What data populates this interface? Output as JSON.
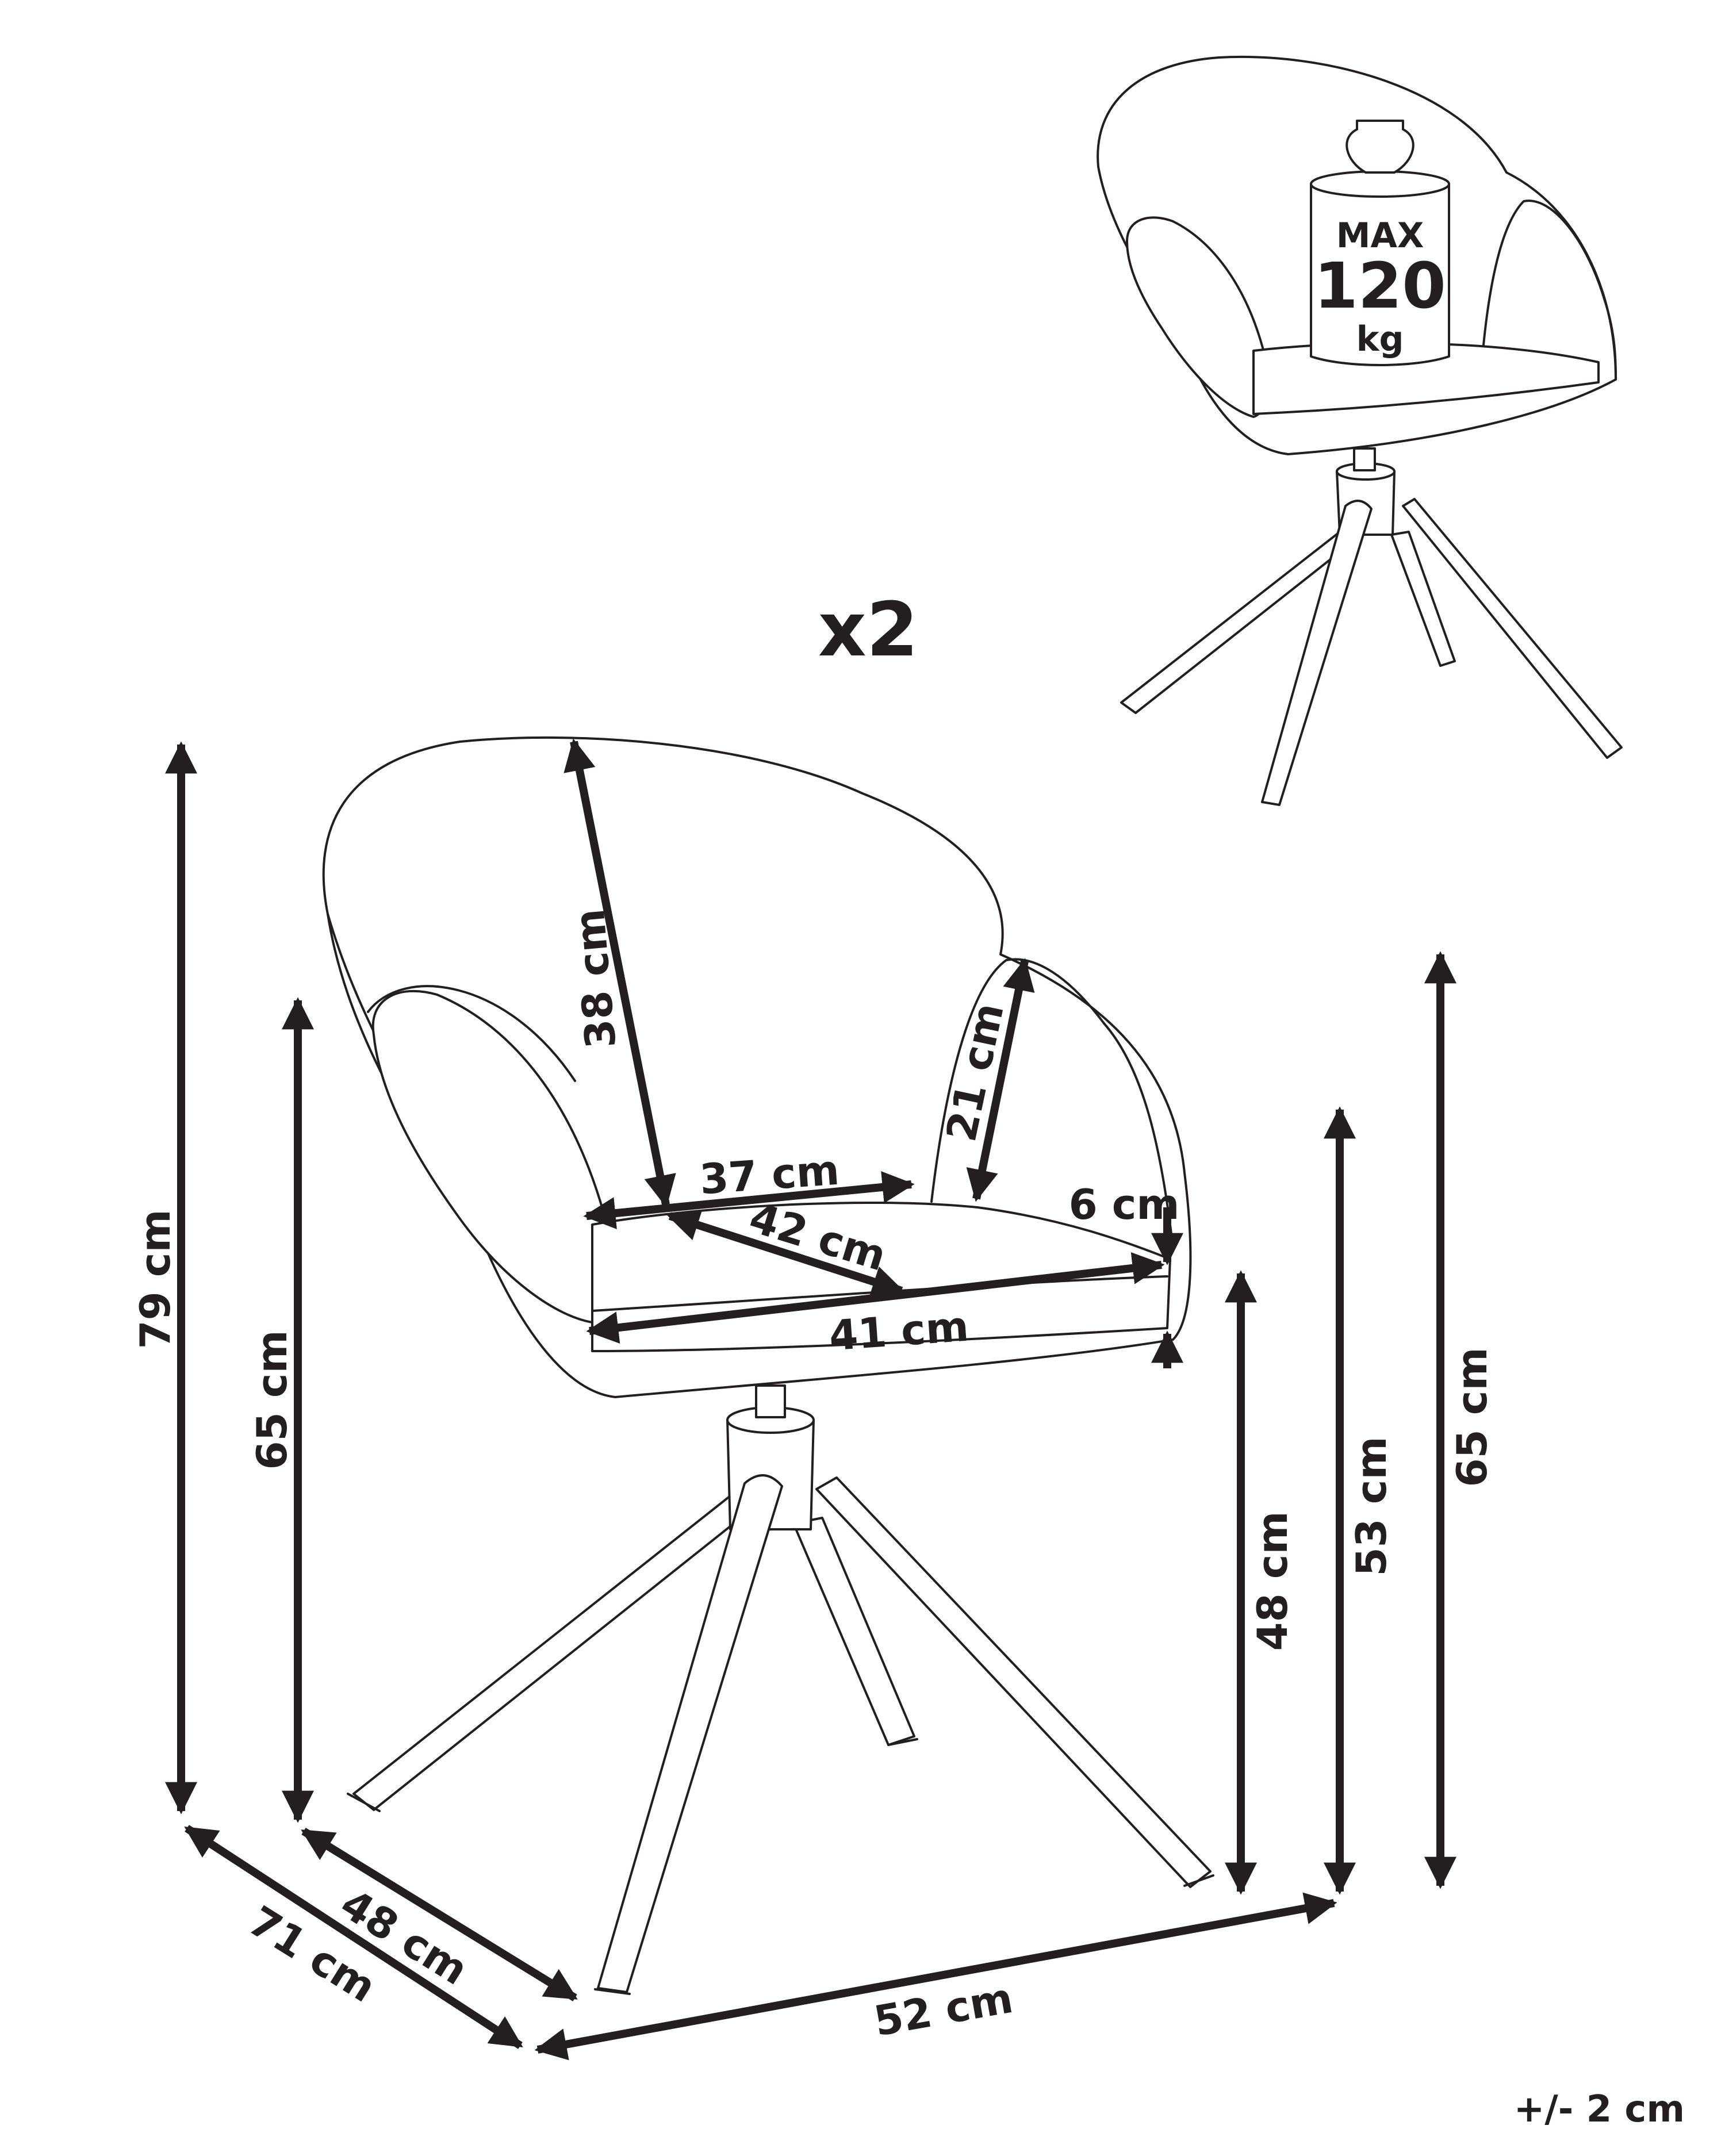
{
  "quantity": "x2",
  "tolerance": "+/- 2 cm",
  "max_load": {
    "line1": "MAX",
    "line2": "120",
    "line3": "kg"
  },
  "dimensions": {
    "total_height": "79 cm",
    "back_height_left": "65 cm",
    "backrest_height": "38 cm",
    "seat_width_back": "37 cm",
    "seat_depth": "42 cm",
    "seat_width_front": "41 cm",
    "armrest_height": "21 cm",
    "seat_thickness": "6 cm",
    "seat_height": "48 cm",
    "armrest_floor_height": "53 cm",
    "back_height_right": "65 cm",
    "depth_inner": "48 cm",
    "depth_total": "71 cm",
    "width": "52 cm"
  }
}
